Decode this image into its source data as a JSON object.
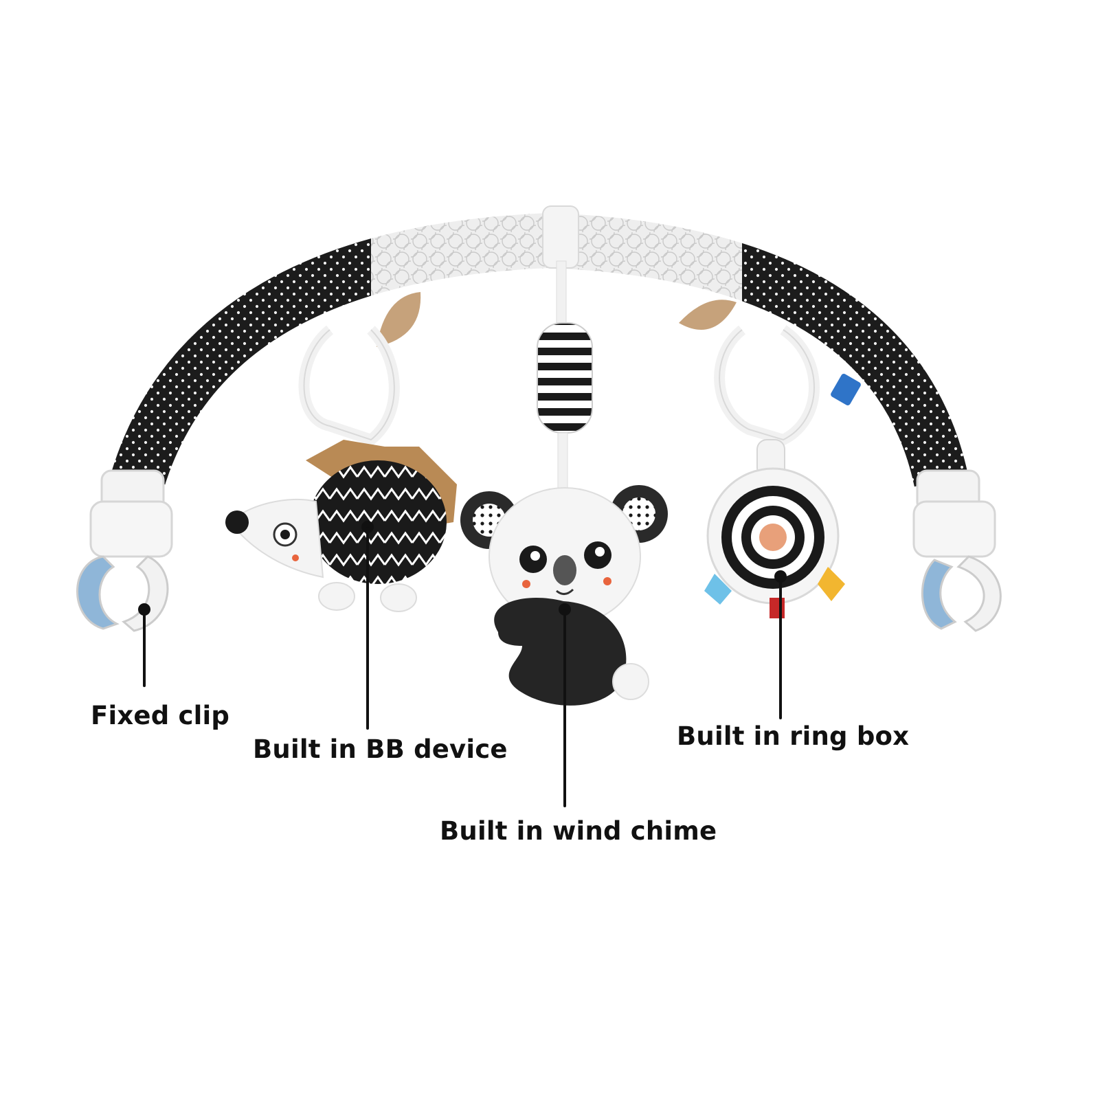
{
  "labels": {
    "fixed_clip": "Fixed clip",
    "bb_device": "Built in BB device",
    "wind_chime": "Built in wind chime",
    "ring_box": "Built in ring box"
  },
  "colors": {
    "background": "#ffffff",
    "bar_dark": "#1c1c1c",
    "bar_light": "#ececec",
    "accent_tan": "#b98a55",
    "accent_orange": "#e8a07a",
    "label_text": "#111111"
  }
}
